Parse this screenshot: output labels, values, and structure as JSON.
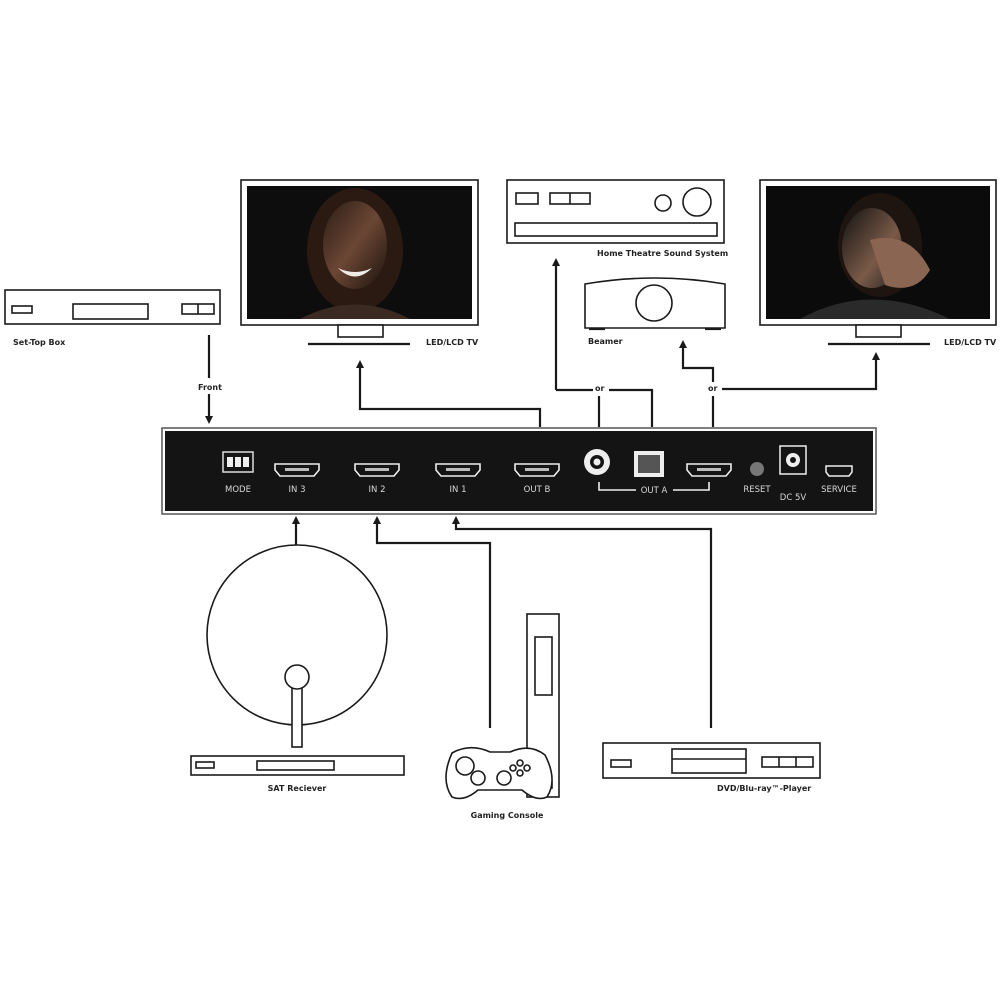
{
  "diagram": {
    "type": "hdmi-switch-connection-diagram",
    "switch_panel": {
      "ports": [
        {
          "id": "mode",
          "label": "MODE"
        },
        {
          "id": "in3",
          "label": "IN 3"
        },
        {
          "id": "in2",
          "label": "IN 2"
        },
        {
          "id": "in1",
          "label": "IN 1"
        },
        {
          "id": "outb",
          "label": "OUT B"
        },
        {
          "id": "outa",
          "label": "OUT A"
        },
        {
          "id": "reset",
          "label": "RESET"
        },
        {
          "id": "dc",
          "label": "DC 5V"
        },
        {
          "id": "service",
          "label": "SERVICE"
        }
      ]
    },
    "devices": {
      "set_top_box": "Set-Top Box",
      "tv_left": "LED/LCD TV",
      "home_theatre": "Home Theatre Sound System",
      "beamer": "Beamer",
      "tv_right": "LED/LCD TV",
      "sat_receiver": "SAT Reciever",
      "gaming_console": "Gaming Console",
      "dvd_player": "DVD/Blu-ray™-Player"
    },
    "connection_labels": {
      "front": "Front",
      "or_left": "or",
      "or_right": "or"
    },
    "colors": {
      "panel": "#141414",
      "line": "#1a1a1a",
      "panel_text": "#d8d8d8"
    }
  }
}
